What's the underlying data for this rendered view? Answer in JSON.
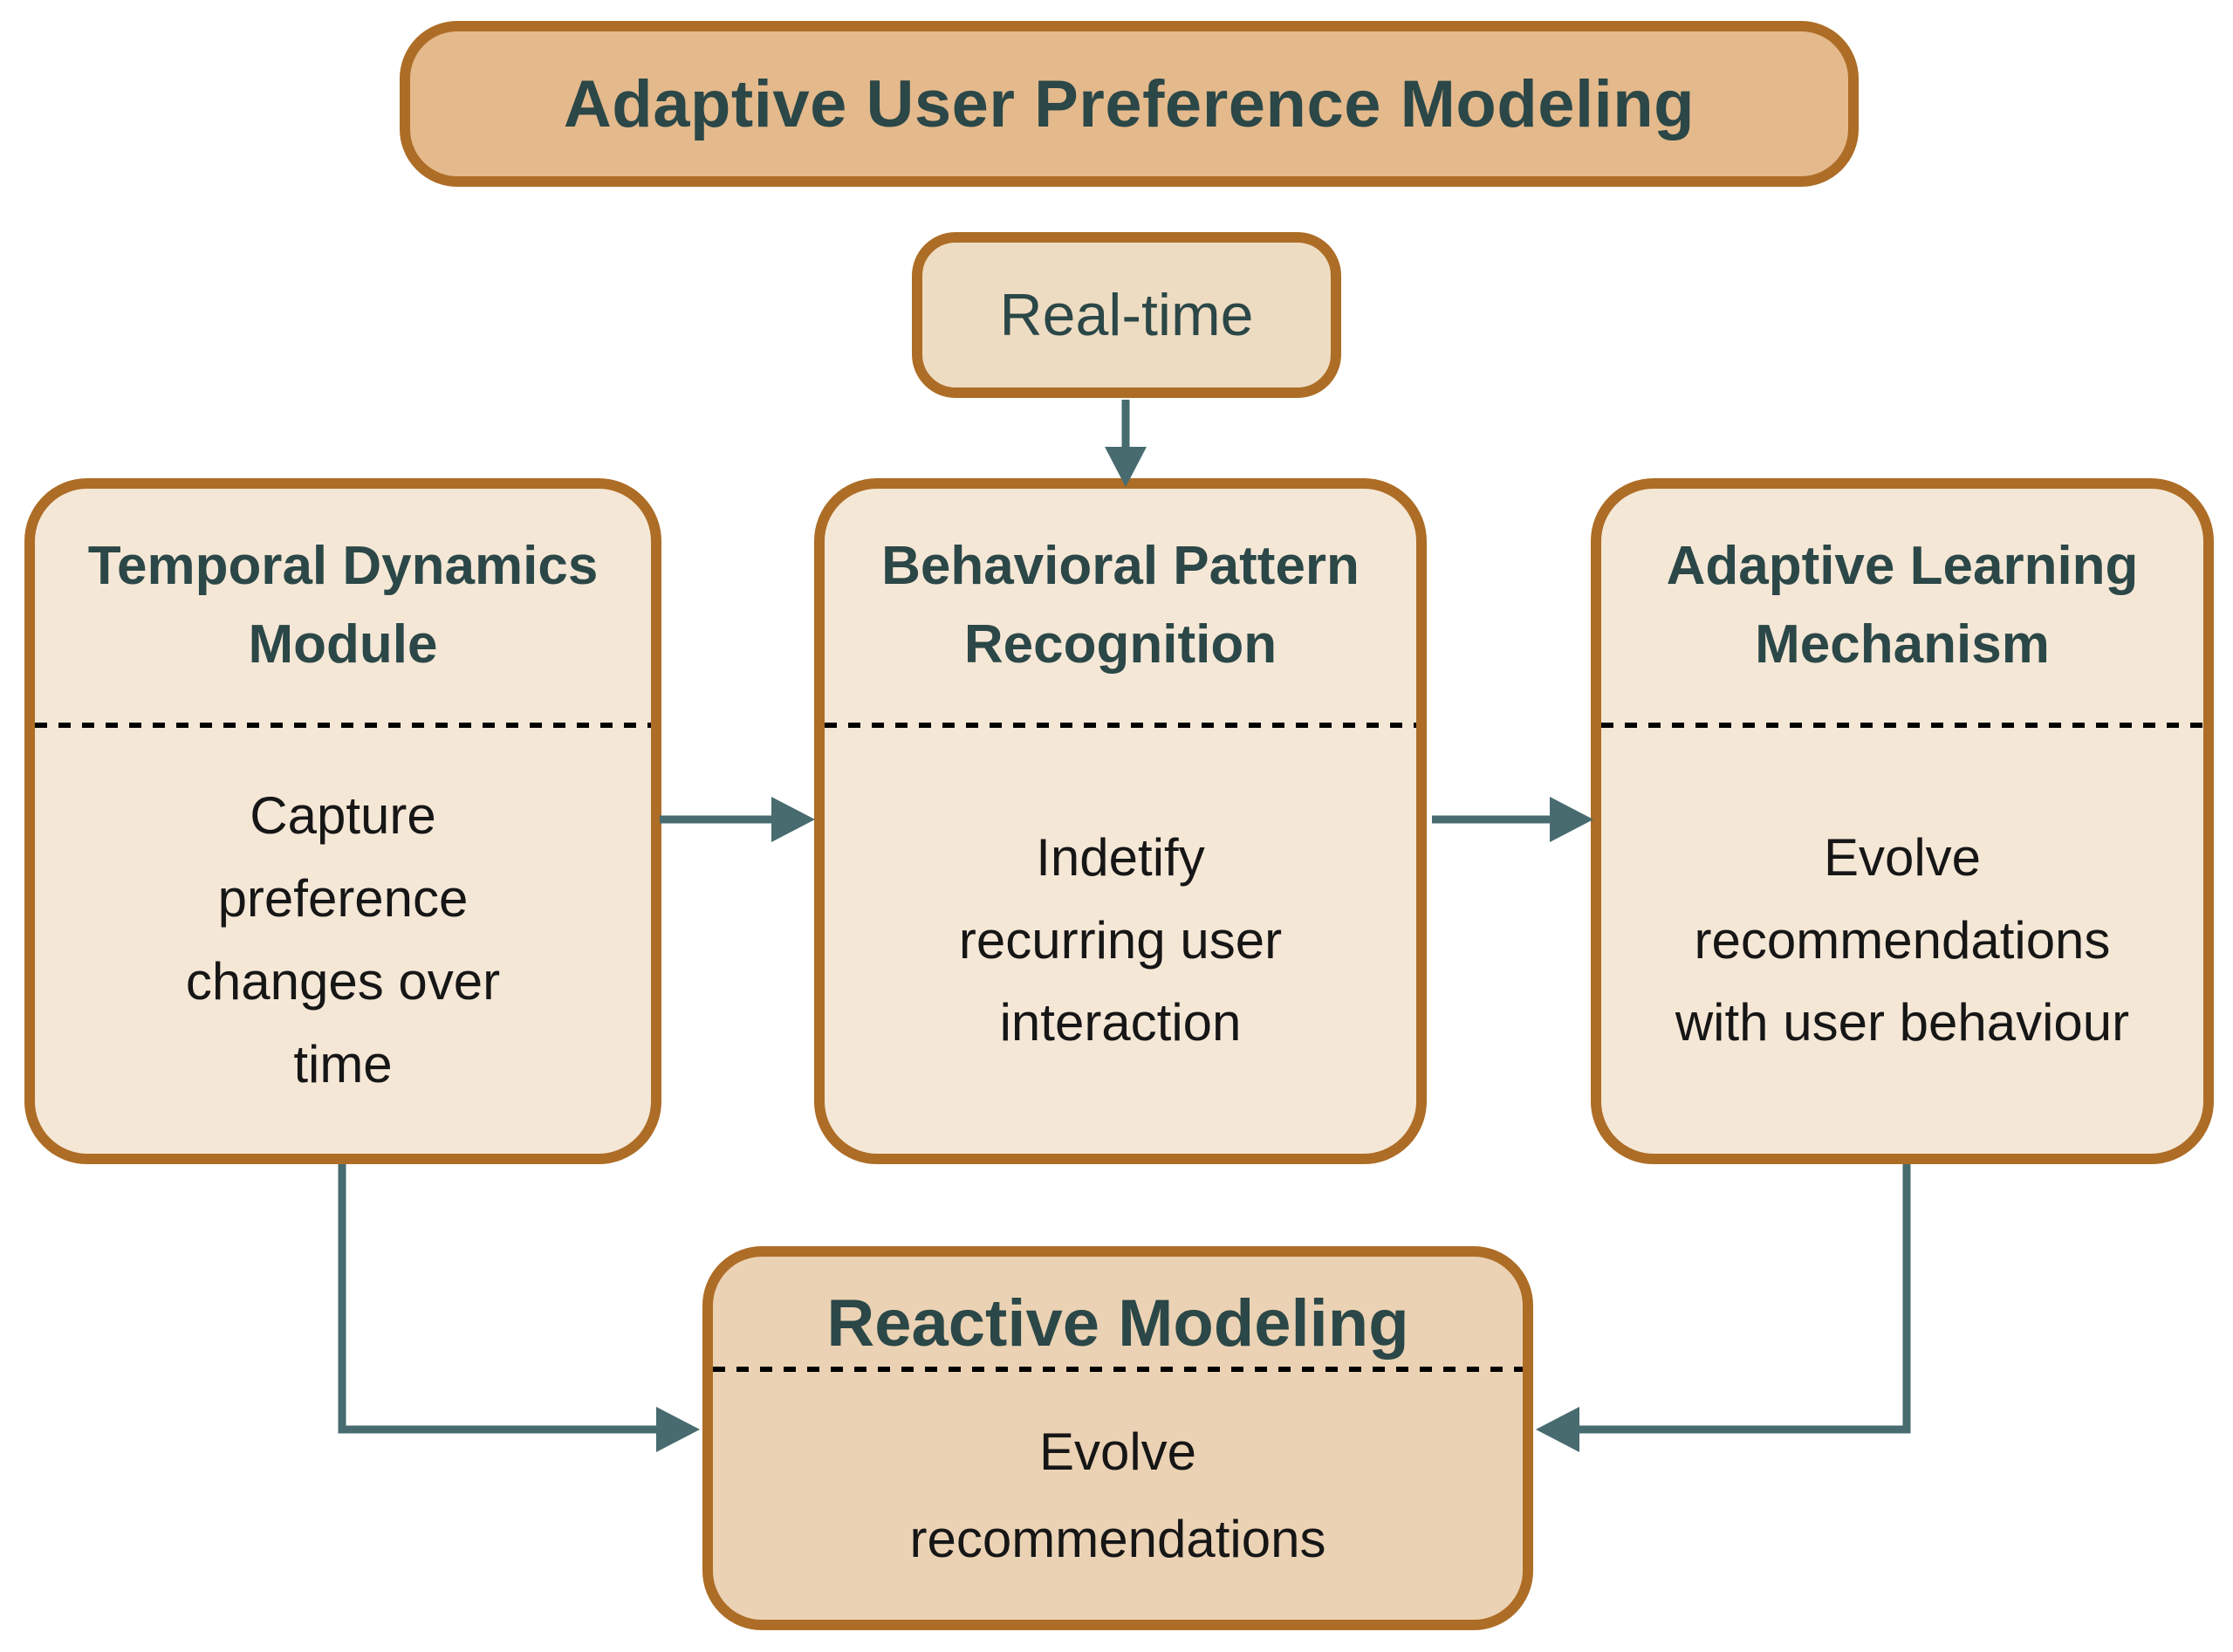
{
  "theme": {
    "border_orange": "#ad6d26",
    "title_fill": "#e4b98c",
    "subtle_fill": "#eedcc2",
    "module_fill": "#f5e7d6",
    "reactive_fill": "#ebd2b4",
    "heading_teal": "#2b4747",
    "arrow_teal": "#476b6f",
    "body_text": "#161616",
    "dash_color": "#000000"
  },
  "diagram": {
    "title": "Adaptive User Preference Modeling",
    "input_label": "Real-time",
    "modules": [
      {
        "id": "temporal-dynamics",
        "title_lines": [
          "Temporal Dynamics",
          "Module"
        ],
        "body_lines": [
          "Capture",
          "preference",
          "changes over",
          "time"
        ]
      },
      {
        "id": "behavioral-pattern",
        "title_lines": [
          "Behavioral Pattern",
          "Recognition"
        ],
        "body_lines": [
          "Indetify",
          "recurring user",
          "interaction"
        ]
      },
      {
        "id": "adaptive-learning",
        "title_lines": [
          "Adaptive Learning",
          "Mechanism"
        ],
        "body_lines": [
          "Evolve",
          "recommendations",
          "with user behaviour"
        ]
      }
    ],
    "output": {
      "title": "Reactive Modeling",
      "body_lines": [
        "Evolve",
        "recommendations"
      ]
    },
    "connections": [
      "realtime-to-behavioral",
      "temporal-to-behavioral",
      "behavioral-to-adaptive",
      "temporal-to-reactive",
      "adaptive-to-reactive"
    ]
  }
}
